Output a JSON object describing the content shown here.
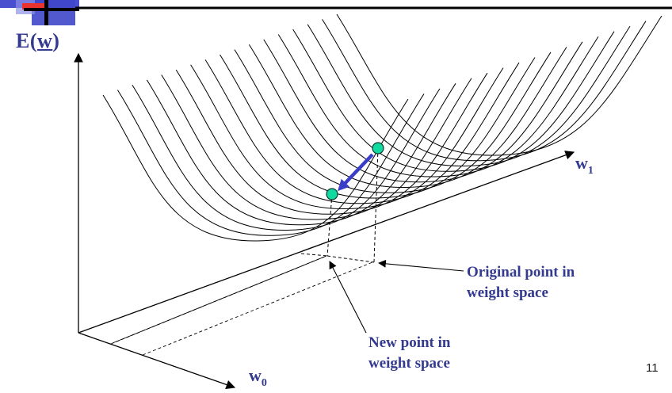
{
  "axes": {
    "vertical_label": "E(w)",
    "vertical_name": "E",
    "vertical_arg": "w",
    "w1_label": "w",
    "w1_sub": "1",
    "w0_label": "w",
    "w0_sub": "0"
  },
  "annotations": {
    "original_line1": "Original point in",
    "original_line2": "weight space",
    "new_line1": "New point in",
    "new_line2": "weight space"
  },
  "slide_number": "11",
  "colors": {
    "label": "#333a8f",
    "point_fill": "#12d9a0",
    "step_arrow": "#3a3dc8",
    "logo_red": "#e8322d",
    "logo_blue": "#3f46c9"
  },
  "icons": {
    "logo": "corner-logo-icon",
    "step": "gradient-step-arrow-icon"
  }
}
